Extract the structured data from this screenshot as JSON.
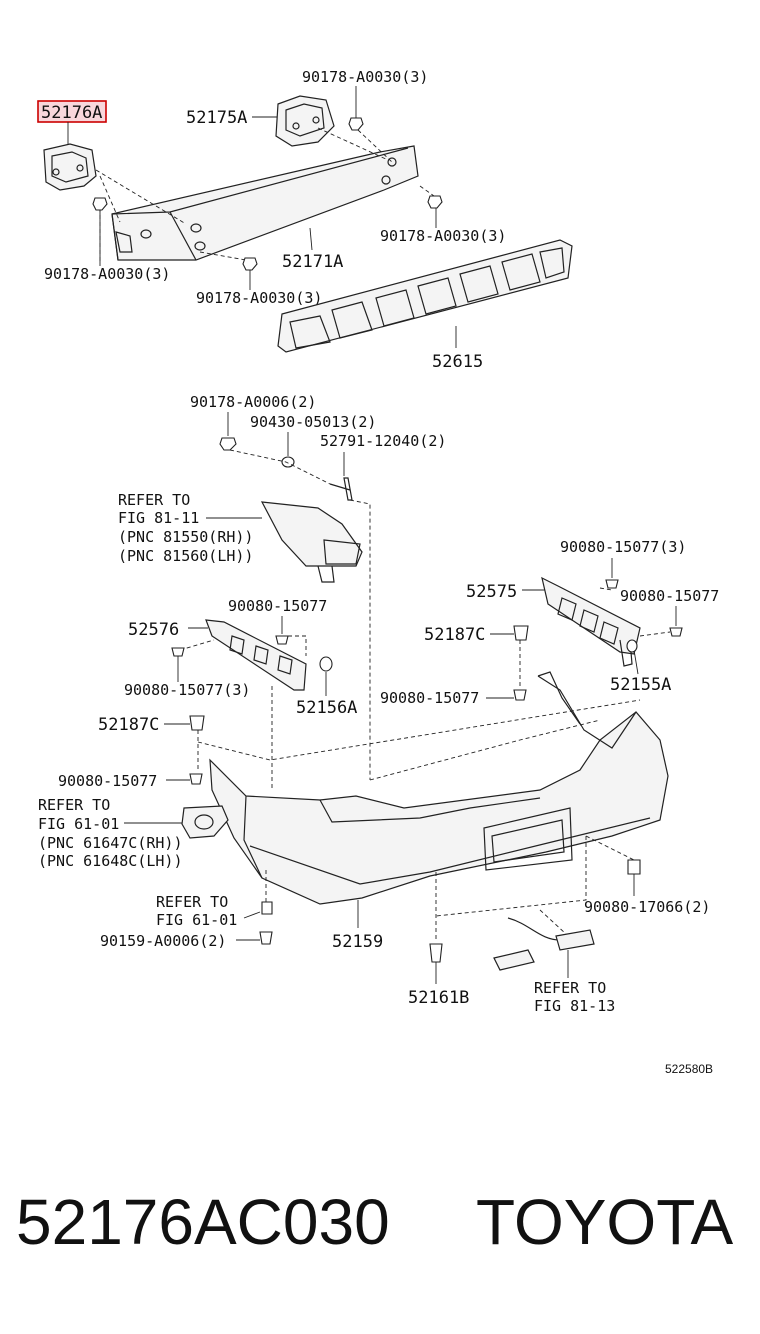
{
  "diagram": {
    "highlight_part": "52176A",
    "labels": {
      "p52176A": "52176A",
      "p52175A": "52175A",
      "f90178_top": "90178-A0030(3)",
      "f90178_right": "90178-A0030(3)",
      "f90178_left": "90178-A0030(3)",
      "f90178_mid": "90178-A0030(3)",
      "p52171A": "52171A",
      "p52615": "52615",
      "f90178_a0006": "90178-A0006(2)",
      "f90430": "90430-05013(2)",
      "f52791": "52791-12040(2)",
      "ref_lamp_1": "REFER TO",
      "ref_lamp_2": "FIG 81-11",
      "ref_lamp_3": "(PNC 81550(RH))",
      "ref_lamp_4": "(PNC 81560(LH))",
      "f90080_r3": "90080-15077(3)",
      "p52575": "52575",
      "f90080_r1": "90080-15077",
      "f90080_l1": "90080-15077",
      "p52576": "52576",
      "p52187C_r": "52187C",
      "f90080_l3": "90080-15077(3)",
      "p52156A": "52156A",
      "f90080_c1": "90080-15077",
      "p52155A": "52155A",
      "p52187C_l": "52187C",
      "f90080_lb": "90080-15077",
      "ref_fog_1": "REFER TO",
      "ref_fog_2": "FIG 61-01",
      "ref_fog_3": "(PNC 61647C(RH))",
      "ref_fog_4": "(PNC 61648C(LH))",
      "ref_clip_1": "REFER TO",
      "ref_clip_2": "FIG 61-01",
      "f90159": "90159-A0006(2)",
      "p52159": "52159",
      "p52161B": "52161B",
      "ref_light_1": "REFER TO",
      "ref_light_2": "FIG 81-13",
      "f90080_17066": "90080-17066(2)",
      "fig_code": "522580B"
    }
  },
  "footer": {
    "part_number": "52176AC030",
    "brand": "TOYOTA"
  },
  "colors": {
    "line": "#222222",
    "highlight": "#cc0000",
    "highlight_fill": "#f8d7dc",
    "background": "#ffffff"
  }
}
